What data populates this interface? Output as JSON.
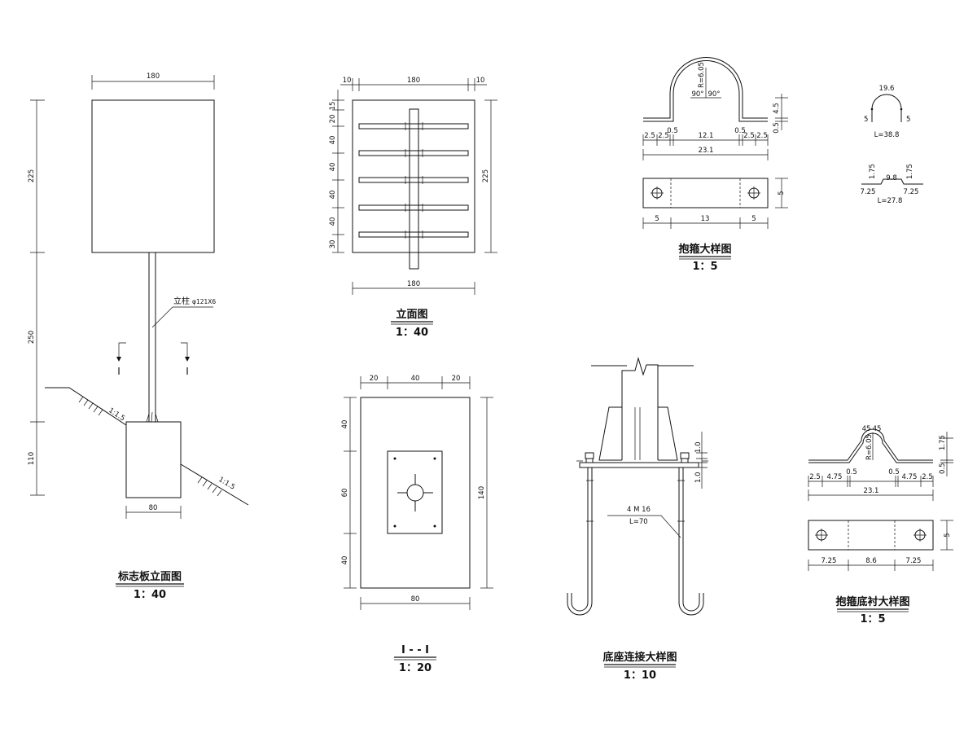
{
  "views": {
    "sign_elevation": {
      "title": "标志板立面图",
      "scale": "1：40",
      "dims": {
        "width_top": "180",
        "h_board": "225",
        "h_post": "250",
        "h_found": "110",
        "found_w": "80",
        "post_label": "立柱",
        "post_spec": "φ121X6",
        "slope1": "1:1.5",
        "slope2": "1:1.5",
        "section_mark_left": "I",
        "section_mark_right": "I"
      }
    },
    "front_view": {
      "title": "立面图",
      "scale": "1：40",
      "dims": {
        "left_m": "10",
        "top_w": "180",
        "right_m": "10",
        "v1": "15",
        "v2": "20",
        "v3": "40",
        "v4": "40",
        "v5": "40",
        "v6": "40",
        "v7": "30",
        "right_h": "225",
        "bottom_w": "180"
      }
    },
    "section_1_1": {
      "title": "I - - I",
      "scale": "1：20",
      "dims": {
        "top_a": "20",
        "top_b": "40",
        "top_c": "20",
        "left_a": "40",
        "left_b": "60",
        "left_c": "40",
        "right_h": "140",
        "bottom_w": "80"
      }
    },
    "hoop_detail": {
      "title": "抱箍大样图",
      "scale": "1：5",
      "dims": {
        "radius": "R=6.05",
        "angle_l": "90°",
        "angle_r": "90°",
        "h_right": "4.5",
        "thk": "0.5",
        "d1": "2.5",
        "d2": "2.5",
        "d3": "0.5",
        "d4": "12.1",
        "d5": "0.5",
        "d6": "2.5",
        "d7": "2.5",
        "total": "23.1",
        "plate_h": "5",
        "p1": "5",
        "p2": "13",
        "p3": "5"
      }
    },
    "small_details": {
      "arc_top": "19.6",
      "arc_l": "5",
      "arc_r": "5",
      "arc_L": "L=38.8",
      "lip_l": "1.75",
      "lip_mid": "9.8",
      "lip_r": "1.75",
      "lip_bl": "7.25",
      "lip_br": "7.25",
      "lip_L": "L=27.8"
    },
    "base_connection": {
      "title": "底座连接大样图",
      "scale": "1：10",
      "dims": {
        "h1": "1.0",
        "h2": "1.0",
        "bolt": "4 M 16",
        "bolt_len": "L=70"
      }
    },
    "hoop_liner": {
      "title": "抱箍底衬大样图",
      "scale": "1：5",
      "dims": {
        "angle_l": "45",
        "angle_r": "45",
        "radius": "R=6.05",
        "h_right": "1.75",
        "thk": "0.5",
        "d1": "2.5",
        "d2": "4.75",
        "d3": "0.5",
        "d4": "0.5",
        "d5": "4.75",
        "d6": "2.5",
        "total": "23.1",
        "plate_h": "5",
        "p1": "7.25",
        "p2": "8.6",
        "p3": "7.25"
      }
    }
  }
}
